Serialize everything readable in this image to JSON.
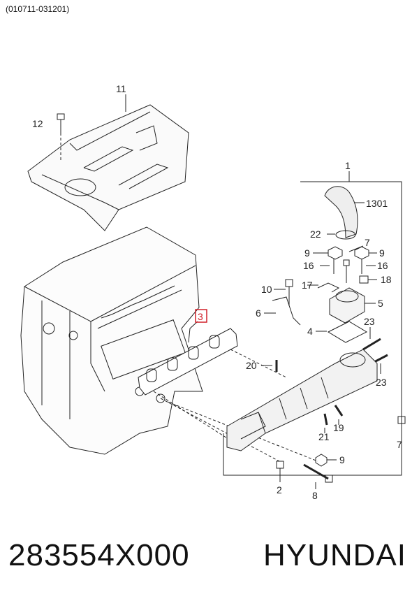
{
  "header": {
    "diagram_code": "(010711-031201)"
  },
  "callouts": {
    "c1": "1",
    "c1301": "1301",
    "c2": "2",
    "c3": "3",
    "c4": "4",
    "c5": "5",
    "c6": "6",
    "c7a": "7",
    "c7b": "7",
    "c8": "8",
    "c9a": "9",
    "c9b": "9",
    "c9c": "9",
    "c10": "10",
    "c11": "11",
    "c12": "12",
    "c16a": "16",
    "c16b": "16",
    "c17": "17",
    "c18": "18",
    "c19": "19",
    "c20": "20",
    "c21": "21",
    "c22": "22",
    "c23a": "23",
    "c23b": "23"
  },
  "footer": {
    "part_number": "283554X000",
    "brand": "HYUNDAI"
  },
  "colors": {
    "highlight": "#d0202a",
    "line": "#222222"
  }
}
